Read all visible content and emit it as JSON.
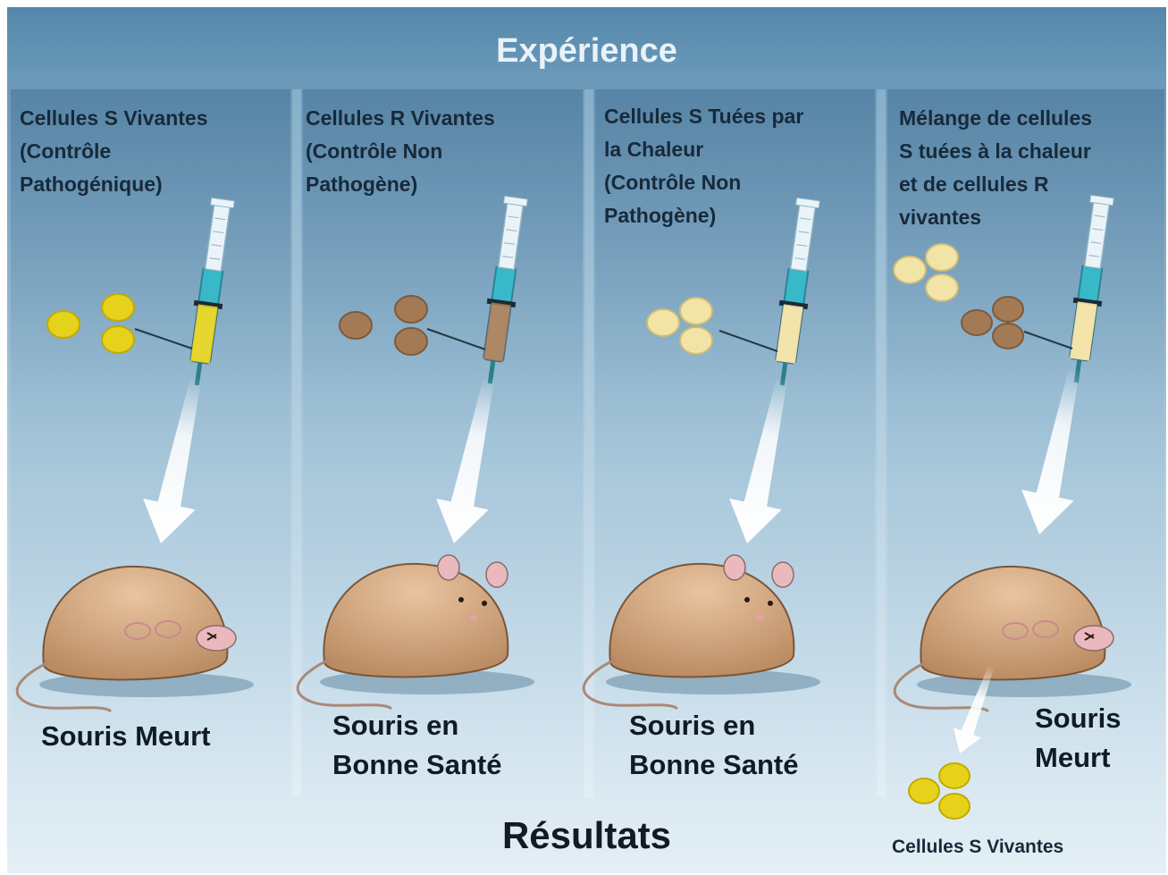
{
  "title": "Expérience",
  "panels": [
    {
      "label": "Cellules S Vivantes\n(Contrôle\nPathogénique)",
      "outcome": "Souris Meurt",
      "cell_color": "#e6d21a",
      "cell_edge": "#c0ab00"
    },
    {
      "label": "Cellules R Vivantes\n(Contrôle Non\nPathogène)",
      "outcome": "Souris en\nBonne Santé",
      "cell_color": "#a47a55",
      "cell_edge": "#7d5a3c"
    },
    {
      "label": "Cellules S Tuées par\nla Chaleur\n(Contrôle Non\nPathogène)",
      "outcome": "Souris en\nBonne Santé",
      "cell_color": "#f2e3a6",
      "cell_edge": "#cdbb76"
    },
    {
      "label": "Mélange de cellules\nS tuées à la chaleur\net de cellules R\nvivantes",
      "outcome": "Souris\nMeurt",
      "cell_color": "#f2e3a6",
      "cell_edge": "#cdbb76"
    }
  ],
  "results_label": "Résultats",
  "result_cells_label": "Cellules S Vivantes",
  "colors": {
    "mouse_body": "#cfa27a",
    "mouse_ear": "#e9b9bd",
    "syringe_barrel": "#cfe8f0",
    "plunger": "#38b9c9",
    "live_s_cell": "#e6d21a"
  }
}
